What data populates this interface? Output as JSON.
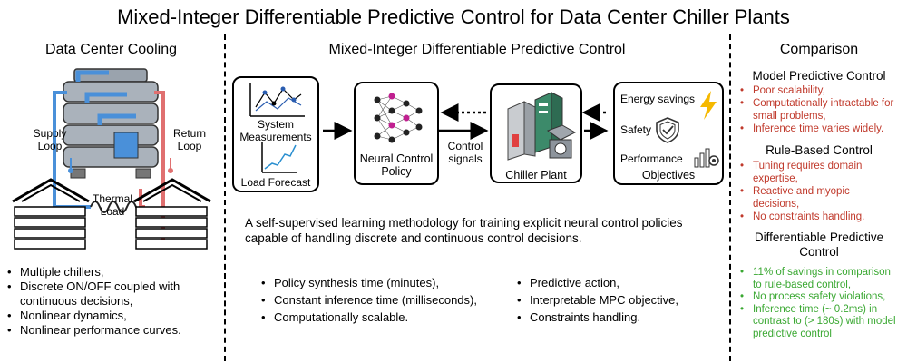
{
  "title": "Mixed-Integer Differentiable Predictive Control for Data Center Chiller Plants",
  "left": {
    "title": "Data Center Cooling",
    "supply_loop": [
      "Supply",
      "Loop"
    ],
    "return_loop": [
      "Return",
      "Loop"
    ],
    "thermal_load": [
      "Thermal",
      "Load"
    ],
    "bullets": [
      [
        "Multiple chillers,"
      ],
      [
        "Discrete ON/OFF coupled with",
        "continuous decisions,"
      ],
      [
        "Nonlinear dynamics,"
      ],
      [
        "Nonlinear performance curves."
      ]
    ]
  },
  "middle": {
    "title": "Mixed-Integer Differentiable Predictive Control",
    "inputs": {
      "measurements": [
        "System",
        "Measurements"
      ],
      "forecast": "Load Forecast"
    },
    "policy": [
      "Neural Control",
      "Policy"
    ],
    "control_signals": [
      "Control",
      "signals"
    ],
    "plant": "Chiller Plant",
    "objectives": {
      "energy": "Energy savings",
      "safety": "Safety",
      "performance": "Performance",
      "label": "Objectives"
    },
    "description": [
      "A self-supervised learning methodology for training explicit neural control policies",
      "capable of handling discrete and continuous control decisions."
    ],
    "bullets_left": [
      "Policy synthesis time (minutes),",
      "Constant inference time (milliseconds),",
      "Computationally scalable."
    ],
    "bullets_right": [
      "Predictive action,",
      "Interpretable MPC objective,",
      "Constraints handling."
    ]
  },
  "right": {
    "title": "Comparison",
    "mpc": {
      "title": "Model Predictive Control",
      "bullets": [
        [
          "Poor scalability,"
        ],
        [
          "Computationally intractable for",
          "small problems,"
        ],
        [
          "Inference time varies widely."
        ]
      ]
    },
    "rbc": {
      "title": "Rule-Based Control",
      "bullets": [
        [
          "Tuning requires domain",
          "expertise,"
        ],
        [
          "Reactive and myopic",
          "decisions,"
        ],
        [
          "No constraints handling."
        ]
      ]
    },
    "dpc": {
      "title": [
        "Differentiable Predictive",
        "Control"
      ],
      "bullets": [
        [
          "11% of savings in comparison",
          "to rule-based control,"
        ],
        [
          "No process safety violations,"
        ],
        [
          "Inference time (~ 0.2ms) in",
          "contrast to (> 180s) with model",
          "predictive control"
        ]
      ]
    }
  },
  "colors": {
    "supply": "#4a90d9",
    "return": "#e07070",
    "red_text": "#c0392b",
    "green_text": "#3aa832",
    "bolt": "#f5b800"
  }
}
